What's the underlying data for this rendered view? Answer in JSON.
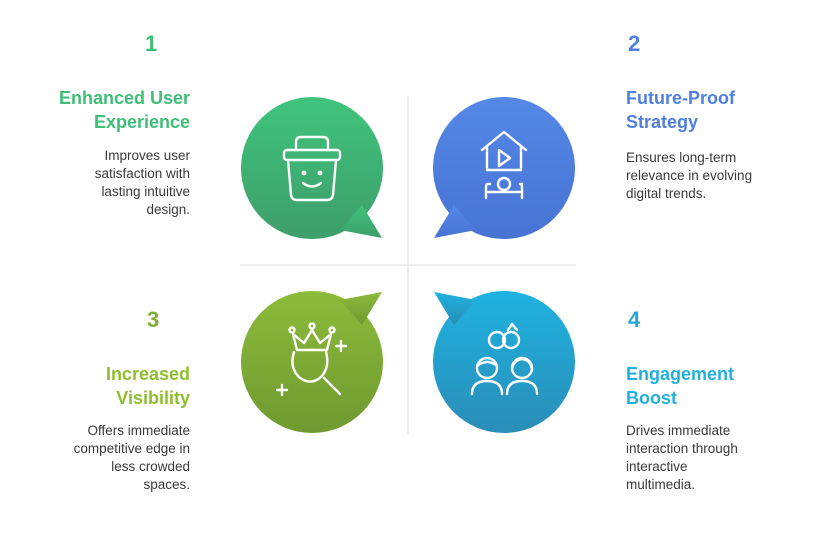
{
  "colors": {
    "green": "#3fbf75",
    "blue": "#4f7fe0",
    "olive": "#7fae35",
    "cyan": "#22a8d6",
    "divider": "#e6e6e6"
  },
  "items": [
    {
      "number": "1",
      "title_line1": "Enhanced User",
      "title_line2": "Experience",
      "desc_lines": [
        "Improves user",
        "satisfaction with",
        "lasting intuitive",
        "design."
      ],
      "icon": "smiling-basket-icon",
      "color": "#3fbf75"
    },
    {
      "number": "2",
      "title_line1": "Future-Proof",
      "title_line2": "Strategy",
      "desc_lines": [
        "Ensures long-term",
        "relevance in evolving",
        "digital trends."
      ],
      "icon": "home-video-user-icon",
      "color": "#4f7fe0"
    },
    {
      "number": "3",
      "title_line1": "Increased",
      "title_line2": "Visibility",
      "desc_lines": [
        "Offers immediate",
        "competitive edge in",
        "less crowded",
        "spaces."
      ],
      "icon": "crown-magnifier-icon",
      "color": "#7fae35"
    },
    {
      "number": "4",
      "title_line1": "Engagement",
      "title_line2": "Boost",
      "desc_lines": [
        "Drives immediate",
        "interaction through",
        "interactive",
        "multimedia."
      ],
      "icon": "two-people-chat-icon",
      "color": "#22a8d6"
    }
  ]
}
